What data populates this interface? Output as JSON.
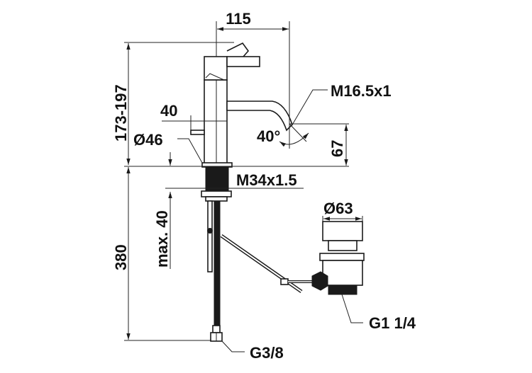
{
  "drawing": {
    "subject": "single-lever basin mixer with pop-up waste",
    "stroke_color": "#1a1a1a",
    "background": "#ffffff"
  },
  "dimensions": {
    "spout_reach": "115",
    "overall_height": "173-197",
    "lever_offset": "40",
    "body_diameter": "Ø46",
    "aerator_thread": "M16.5x1",
    "spout_angle": "40°",
    "spout_height": "67",
    "shank_thread": "M34x1.5",
    "max_deck_thickness": "max. 40",
    "hose_length": "380",
    "hose_connection": "G3/8",
    "waste_diameter": "Ø63",
    "waste_thread": "G1 1/4"
  }
}
